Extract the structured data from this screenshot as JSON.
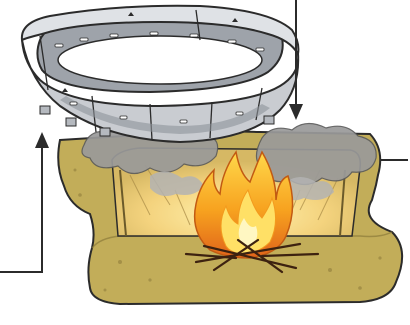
{
  "diagram": {
    "components": [
      {
        "id": "metal-ring",
        "icon": "metal-ring-icon"
      },
      {
        "id": "fire-pit",
        "icon": "fire-pit-icon"
      },
      {
        "id": "flames",
        "icon": "flame-icon"
      },
      {
        "id": "firewood",
        "icon": "firewood-icon"
      },
      {
        "id": "smoke",
        "icon": "smoke-icon"
      }
    ],
    "arrows": [
      {
        "id": "arrow-down-top",
        "direction": "down"
      },
      {
        "id": "arrow-up-left",
        "direction": "up"
      },
      {
        "id": "arrow-right",
        "direction": "right"
      }
    ],
    "colors": {
      "outline": "#2b2b2b",
      "ring_metal": "#c9ccd1",
      "ring_shadow": "#8d9299",
      "earth": "#c2ad59",
      "earth_dark": "#8c7a3a",
      "pit_inside": "#f2d27a",
      "smoke": "#9a9a9a",
      "flame_outer": "#f39a1e",
      "flame_inner": "#ffe066",
      "wood": "#6b3b1f"
    }
  }
}
